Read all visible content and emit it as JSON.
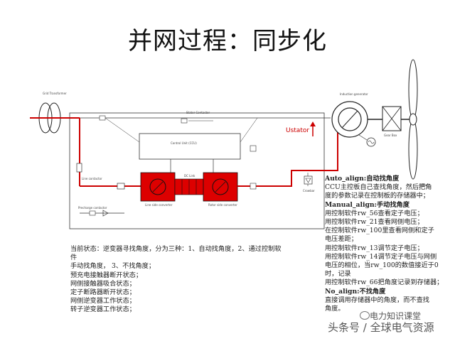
{
  "title": "并网过程：同步化",
  "diagram": {
    "grid_label": "Grid Transformer",
    "generator_label": "Induction generator",
    "gearbox_label": "Gear Box",
    "rotor_label": "Rotor",
    "control_unit_label": "Control Unit (CCU)",
    "stator_contactor_label": "Stator Contactor",
    "line_contactor_label": "Line contactor",
    "precharge_label": "Precharge contactor",
    "line_converter_label": "Line side converter",
    "rotor_converter_label": "Rotor side converter",
    "crowbar_label": "Crowbar",
    "dc_link_label": "DC Link",
    "ustator_label": "Ustator"
  },
  "right_notes": [
    {
      "text": "Auto_align:自动找角度",
      "bold": true
    },
    {
      "text": "CCU主控板自己查找角度，然后把角",
      "bold": false
    },
    {
      "text": "度的参数记录在控制板的存储器中；",
      "bold": false
    },
    {
      "text": "Manual_align:手动找角度",
      "bold": true
    },
    {
      "text": "用控制软件rw_56查看定子电压；",
      "bold": false
    },
    {
      "text": "用控制软件rw_21查看网侧电压；",
      "bold": false
    },
    {
      "text": "在控制软件rw_100里查看网侧和定子",
      "bold": false
    },
    {
      "text": "电压差距；",
      "bold": false
    },
    {
      "text": "用控制软件rw_13调节定子电压；",
      "bold": false
    },
    {
      "text": "用控制软件rw_14调节定子电压与网侧",
      "bold": false
    },
    {
      "text": "电压的相位，当rw_100的数值接近于0",
      "bold": false
    },
    {
      "text": "时，记录",
      "bold": false
    },
    {
      "text": "用控制软件rw_66把角度记录到存储器；",
      "bold": false
    },
    {
      "text": "No_align:不找角度",
      "bold": true
    },
    {
      "text": "直接调用存储器中的角度，而不查找",
      "bold": false
    },
    {
      "text": "角度。",
      "bold": false
    }
  ],
  "left_notes": [
    "当前状态：逆变器寻找角度，分为三种：1、自动找角度，2、通过控制软件",
    "手动找角度，   3、不找角度；",
    "预充电接触器断开状态；",
    "网侧接触器吸合状态；",
    "定子断路器断开状态；",
    "网侧逆变器工作状态；",
    "转子逆变器工作状态；"
  ],
  "watermark": {
    "top": "电力知识课堂",
    "bottom": "头条号 / 全球电气资源"
  },
  "colors": {
    "converter_red": "#dd0000",
    "power_path": "#cc0000"
  }
}
